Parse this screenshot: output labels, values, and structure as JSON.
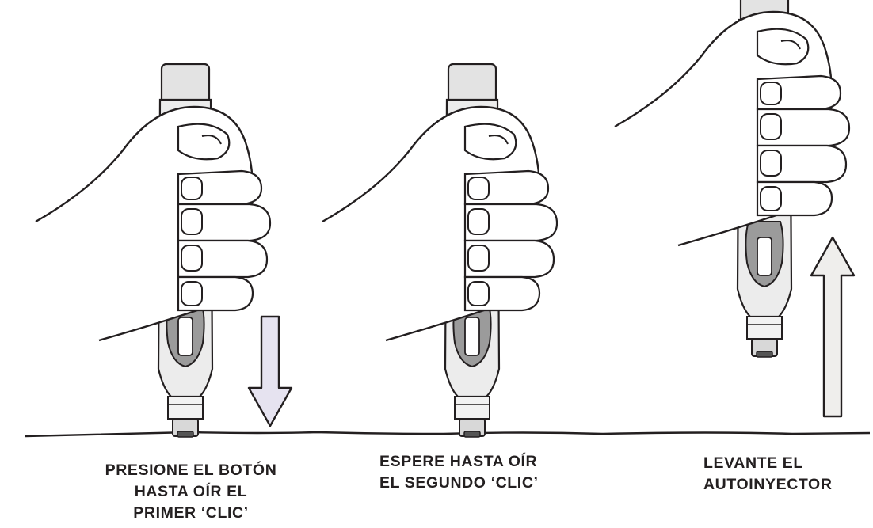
{
  "steps": [
    {
      "caption_lines": [
        "PRESIONE EL BOTÓN",
        "HASTA OÍR EL",
        "PRIMER ‘CLIC’"
      ],
      "arrow": "down"
    },
    {
      "caption_lines": [
        "ESPERE HASTA OÍR",
        "EL SEGUNDO ‘CLIC’"
      ],
      "arrow": "none"
    },
    {
      "caption_lines": [
        "LEVANTE EL",
        "AUTOINYECTOR"
      ],
      "arrow": "up"
    }
  ],
  "colors": {
    "ink": "#231f20",
    "pen_body": "#ececec",
    "pen_grip": "#8a8a8a",
    "arrow_down_fill": "#e6e3f0",
    "arrow_up_fill": "#efeeec"
  }
}
